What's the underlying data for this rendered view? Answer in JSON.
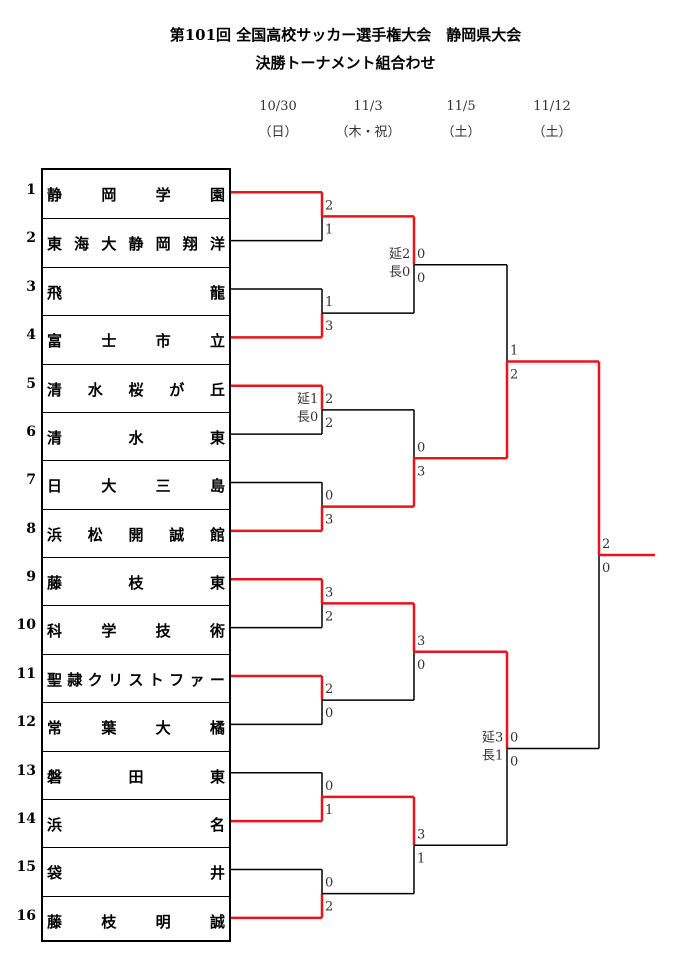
{
  "header": {
    "title_line1": "第101回 全国高校サッカー選手権大会　静岡県大会",
    "title_line2": "決勝トーナメント組合わせ"
  },
  "dates": [
    {
      "date": "10/30",
      "day": "（日）"
    },
    {
      "date": "11/3",
      "day": "（木・祝）"
    },
    {
      "date": "11/5",
      "day": "（土）"
    },
    {
      "date": "11/12",
      "day": "（土）"
    }
  ],
  "teams": [
    {
      "seed": "1",
      "name": "静岡学園"
    },
    {
      "seed": "2",
      "name": "東海大静岡翔洋"
    },
    {
      "seed": "3",
      "name": "飛龍"
    },
    {
      "seed": "4",
      "name": "富士市立"
    },
    {
      "seed": "5",
      "name": "清水桜が丘"
    },
    {
      "seed": "6",
      "name": "清水東"
    },
    {
      "seed": "7",
      "name": "日大三島"
    },
    {
      "seed": "8",
      "name": "浜松開誠館"
    },
    {
      "seed": "9",
      "name": "藤枝東"
    },
    {
      "seed": "10",
      "name": "科学技術"
    },
    {
      "seed": "11",
      "name": "聖隷クリストファー"
    },
    {
      "seed": "12",
      "name": "常葉大橘"
    },
    {
      "seed": "13",
      "name": "磐田東"
    },
    {
      "seed": "14",
      "name": "浜名"
    },
    {
      "seed": "15",
      "name": "袋井"
    },
    {
      "seed": "16",
      "name": "藤枝明誠"
    }
  ],
  "round1": [
    {
      "top": "2",
      "bottom": "1"
    },
    {
      "top": "1",
      "bottom": "3"
    },
    {
      "top": "2",
      "bottom": "2",
      "note_top": "延1",
      "note_bottom": "長0"
    },
    {
      "top": "0",
      "bottom": "3"
    },
    {
      "top": "3",
      "bottom": "2"
    },
    {
      "top": "2",
      "bottom": "0"
    },
    {
      "top": "0",
      "bottom": "1"
    },
    {
      "top": "0",
      "bottom": "2"
    }
  ],
  "round2": [
    {
      "top": "0",
      "bottom": "0",
      "note_top": "延2",
      "note_bottom": "長0"
    },
    {
      "top": "0",
      "bottom": "3"
    },
    {
      "top": "3",
      "bottom": "0"
    },
    {
      "top": "3",
      "bottom": "1"
    }
  ],
  "round3": [
    {
      "top": "1",
      "bottom": "2"
    },
    {
      "top": "0",
      "bottom": "0",
      "note_top": "延3",
      "note_bottom": "長1"
    }
  ],
  "final": {
    "top": "2",
    "bottom": "0"
  },
  "colors": {
    "winner_line": "#e8141b",
    "loser_line": "#000000"
  }
}
